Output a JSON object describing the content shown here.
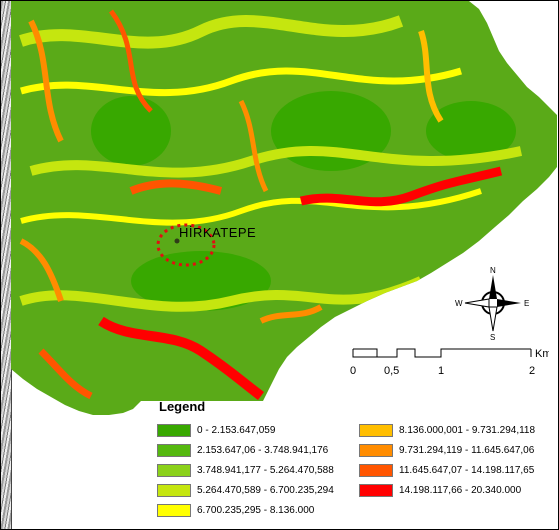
{
  "map": {
    "place_label": "HİRKATEPE",
    "colors": {
      "background": "#ffffff",
      "study_area_base": "#5aaa18",
      "highlight_circle": "#e01010",
      "place_dot": "#2f3d18"
    }
  },
  "compass": {
    "north": "N",
    "east": "E",
    "south": "S",
    "west": "W"
  },
  "scale": {
    "unit": "Km",
    "ticks": [
      "0",
      "0,5",
      "1",
      "2"
    ]
  },
  "legend": {
    "title": "Legend",
    "items": [
      {
        "label": "0 - 2.153.647,059",
        "color": "#38a800"
      },
      {
        "label": "2.153.647,06 - 3.748.941,176",
        "color": "#55b80f"
      },
      {
        "label": "3.748.941,177 - 5.264.470,588",
        "color": "#8bd11a"
      },
      {
        "label": "5.264.470,589 - 6.700.235,294",
        "color": "#c5e60f"
      },
      {
        "label": "6.700.235,295 - 8.136.000",
        "color": "#ffff00"
      },
      {
        "label": "8.136.000,001 - 9.731.294,118",
        "color": "#ffbe00"
      },
      {
        "label": "9.731.294,119 - 11.645.647,06",
        "color": "#ff8c00"
      },
      {
        "label": "11.645.647,07 - 14.198.117,65",
        "color": "#ff5500"
      },
      {
        "label": "14.198.117,66 - 20.340.000",
        "color": "#ff0000"
      }
    ]
  }
}
